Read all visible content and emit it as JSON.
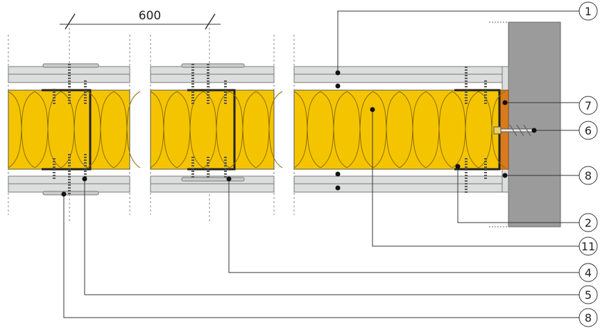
{
  "dimension": {
    "value": "600"
  },
  "callouts": [
    {
      "id": "1",
      "label": "1"
    },
    {
      "id": "7",
      "label": "7"
    },
    {
      "id": "6",
      "label": "6"
    },
    {
      "id": "8a",
      "label": "8"
    },
    {
      "id": "2",
      "label": "2"
    },
    {
      "id": "11",
      "label": "11"
    },
    {
      "id": "4",
      "label": "4"
    },
    {
      "id": "5",
      "label": "5"
    },
    {
      "id": "8b",
      "label": "8"
    }
  ],
  "colors": {
    "insulation": "#f5c400",
    "board": "#dcdede",
    "masonry": "#9a9a9a",
    "resilient_strip": "#d97a1e",
    "line": "#333333"
  }
}
